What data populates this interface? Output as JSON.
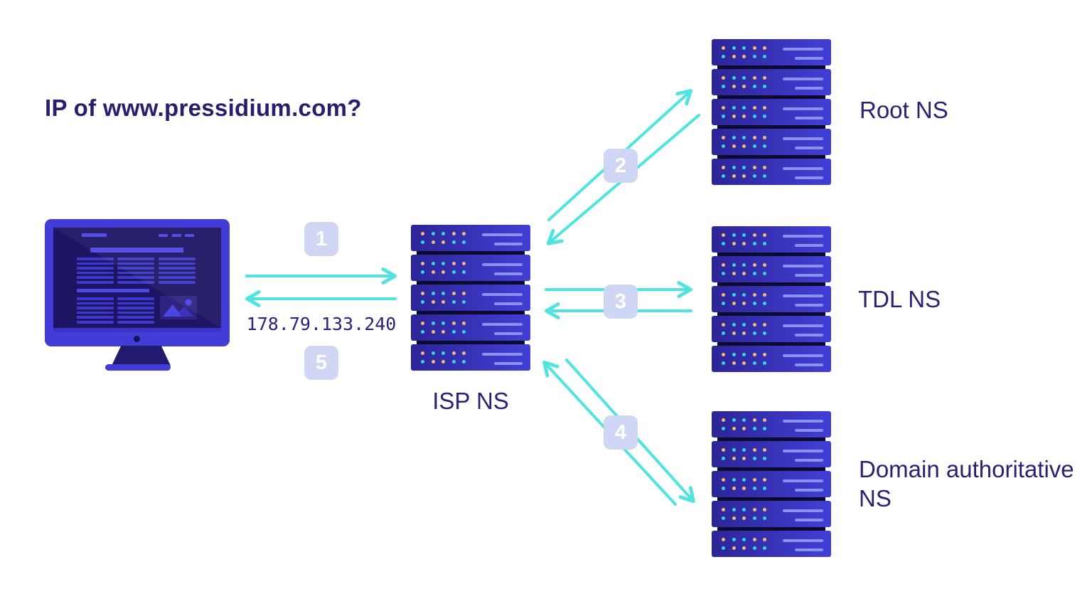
{
  "title": "IP of www.pressidium.com?",
  "response_ip": "178.79.133.240",
  "nodes": {
    "client": {
      "description": "user desktop computer"
    },
    "isp": {
      "label": "ISP NS"
    },
    "root": {
      "label": "Root NS"
    },
    "tdl": {
      "label": "TDL NS"
    },
    "domain_auth": {
      "label": "Domain authoritative NS"
    }
  },
  "steps": [
    {
      "number": "1",
      "from": "client",
      "to": "isp"
    },
    {
      "number": "2",
      "from": "isp",
      "to": "root"
    },
    {
      "number": "3",
      "from": "isp",
      "to": "tdl"
    },
    {
      "number": "4",
      "from": "isp",
      "to": "domain_auth"
    },
    {
      "number": "5",
      "from": "isp",
      "to": "client"
    }
  ],
  "server_stack": {
    "units": 5,
    "led_rows": [
      [
        "orange",
        "cyan",
        "cyan",
        "orange",
        "orange"
      ],
      [
        "cyan",
        "orange",
        "orange",
        "cyan",
        "cyan"
      ]
    ]
  },
  "colors": {
    "arrow": "#4FE4DF",
    "badge_bg": "#CED5F4",
    "badge_text": "#FFFFFF",
    "heading_text": "#271E70",
    "label_text": "#2A2173",
    "ip_text": "#2B2178",
    "server_gradient_start": "#2C2598",
    "server_gradient_end": "#423FD6",
    "led_orange": "#F2BA75",
    "led_cyan": "#35D6E5",
    "server_line": "#8A91F0",
    "monitor_frame": "#423CD9",
    "monitor_screen": "#1D1563",
    "screen_bar": "#4A45E5"
  }
}
